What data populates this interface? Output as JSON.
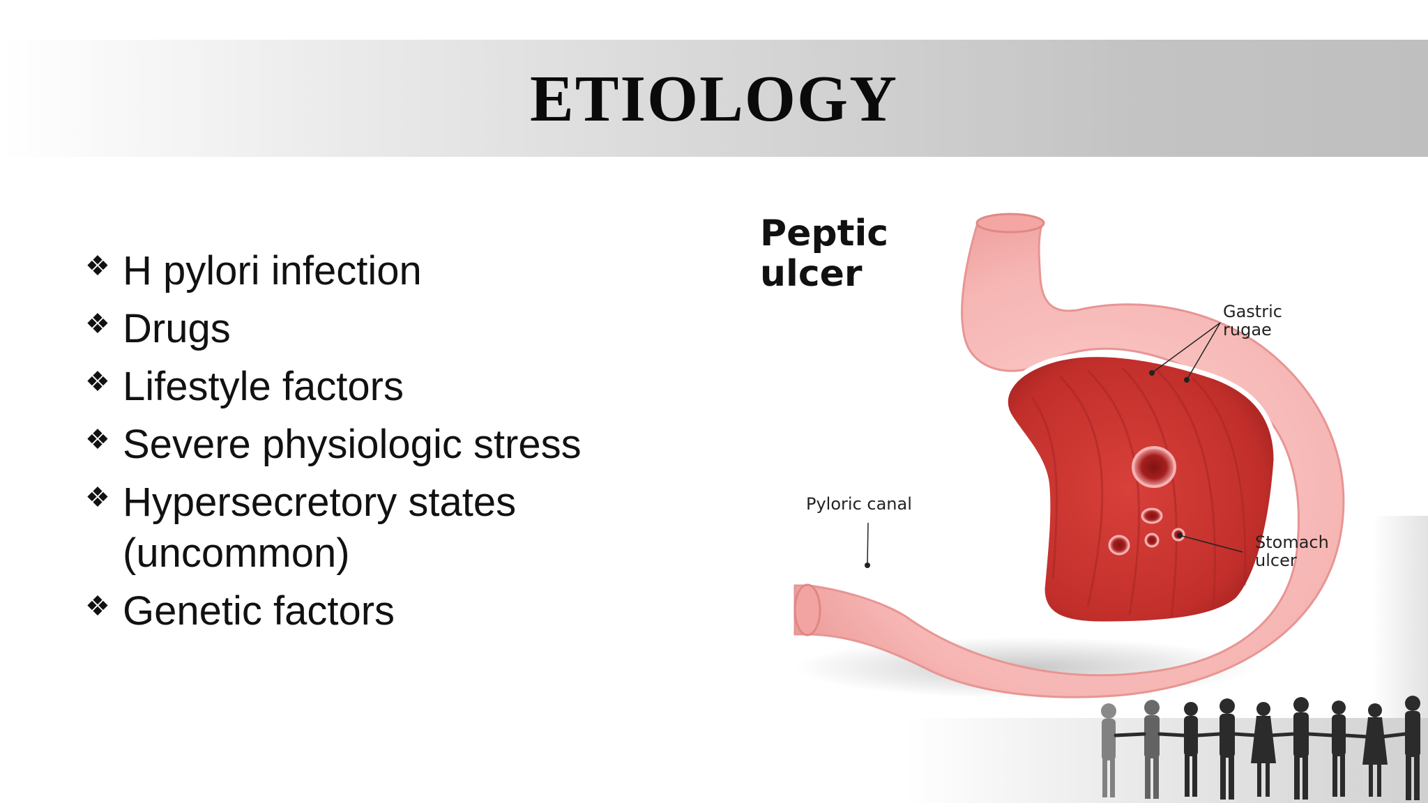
{
  "slide": {
    "title": "ETIOLOGY",
    "bullet_icon": "four-diamond-bullet-icon",
    "bullets": [
      "H pylori infection",
      "Drugs",
      "Lifestyle factors",
      "Severe physiologic stress",
      "Hypersecretory states\n(uncommon)",
      "Genetic factors"
    ]
  },
  "figure": {
    "title": "Peptic\nulcer",
    "labels": {
      "gastric_rugae": "Gastric\nrugae",
      "pyloric_canal": "Pyloric canal",
      "stomach_ulcer": "Stomach\nulcer"
    },
    "colors": {
      "stomach_wall": "#f6b6b4",
      "mucosa": "#c9302c",
      "ulcer": "#a51f1e"
    }
  },
  "decor": {
    "people_icon": "business-people-holding-hands-icon"
  }
}
